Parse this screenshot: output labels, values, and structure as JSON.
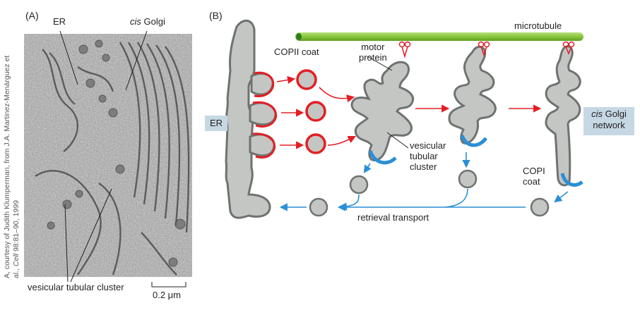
{
  "panel_a": {
    "tag": "(A)",
    "labels": {
      "er": "ER",
      "cis": "cis",
      "golgi": "Golgi",
      "vtc": "vesicular tubular cluster",
      "scale": "0.2 μm"
    },
    "credit_line1": "A, courtesy of Judith Klumperman, from J.A. Martinez-Menárguez et",
    "credit_line2_pre": "al., ",
    "credit_line2_journal": "Cell",
    "credit_line2_post": " 98:81–90, 1999"
  },
  "panel_b": {
    "tag": "(B)",
    "labels": {
      "microtubule": "microtubule",
      "copii": "COPII coat",
      "motor1": "motor",
      "motor2": "protein",
      "er": "ER",
      "vtc1": "vesicular",
      "vtc2": "tubular",
      "vtc3": "cluster",
      "copi1": "COPI",
      "copi2": "coat",
      "cis": "cis",
      "golgi": "Golgi",
      "network": "network",
      "retrieval": "retrieval transport"
    }
  },
  "colors": {
    "membrane_fill": "#c3c6c3",
    "membrane_stroke": "#6e7270",
    "copii_red": "#e31e24",
    "copi_blue": "#2a8fd6",
    "microtubule_green": "#8cc63f",
    "label_box": "#c5d8e4"
  }
}
